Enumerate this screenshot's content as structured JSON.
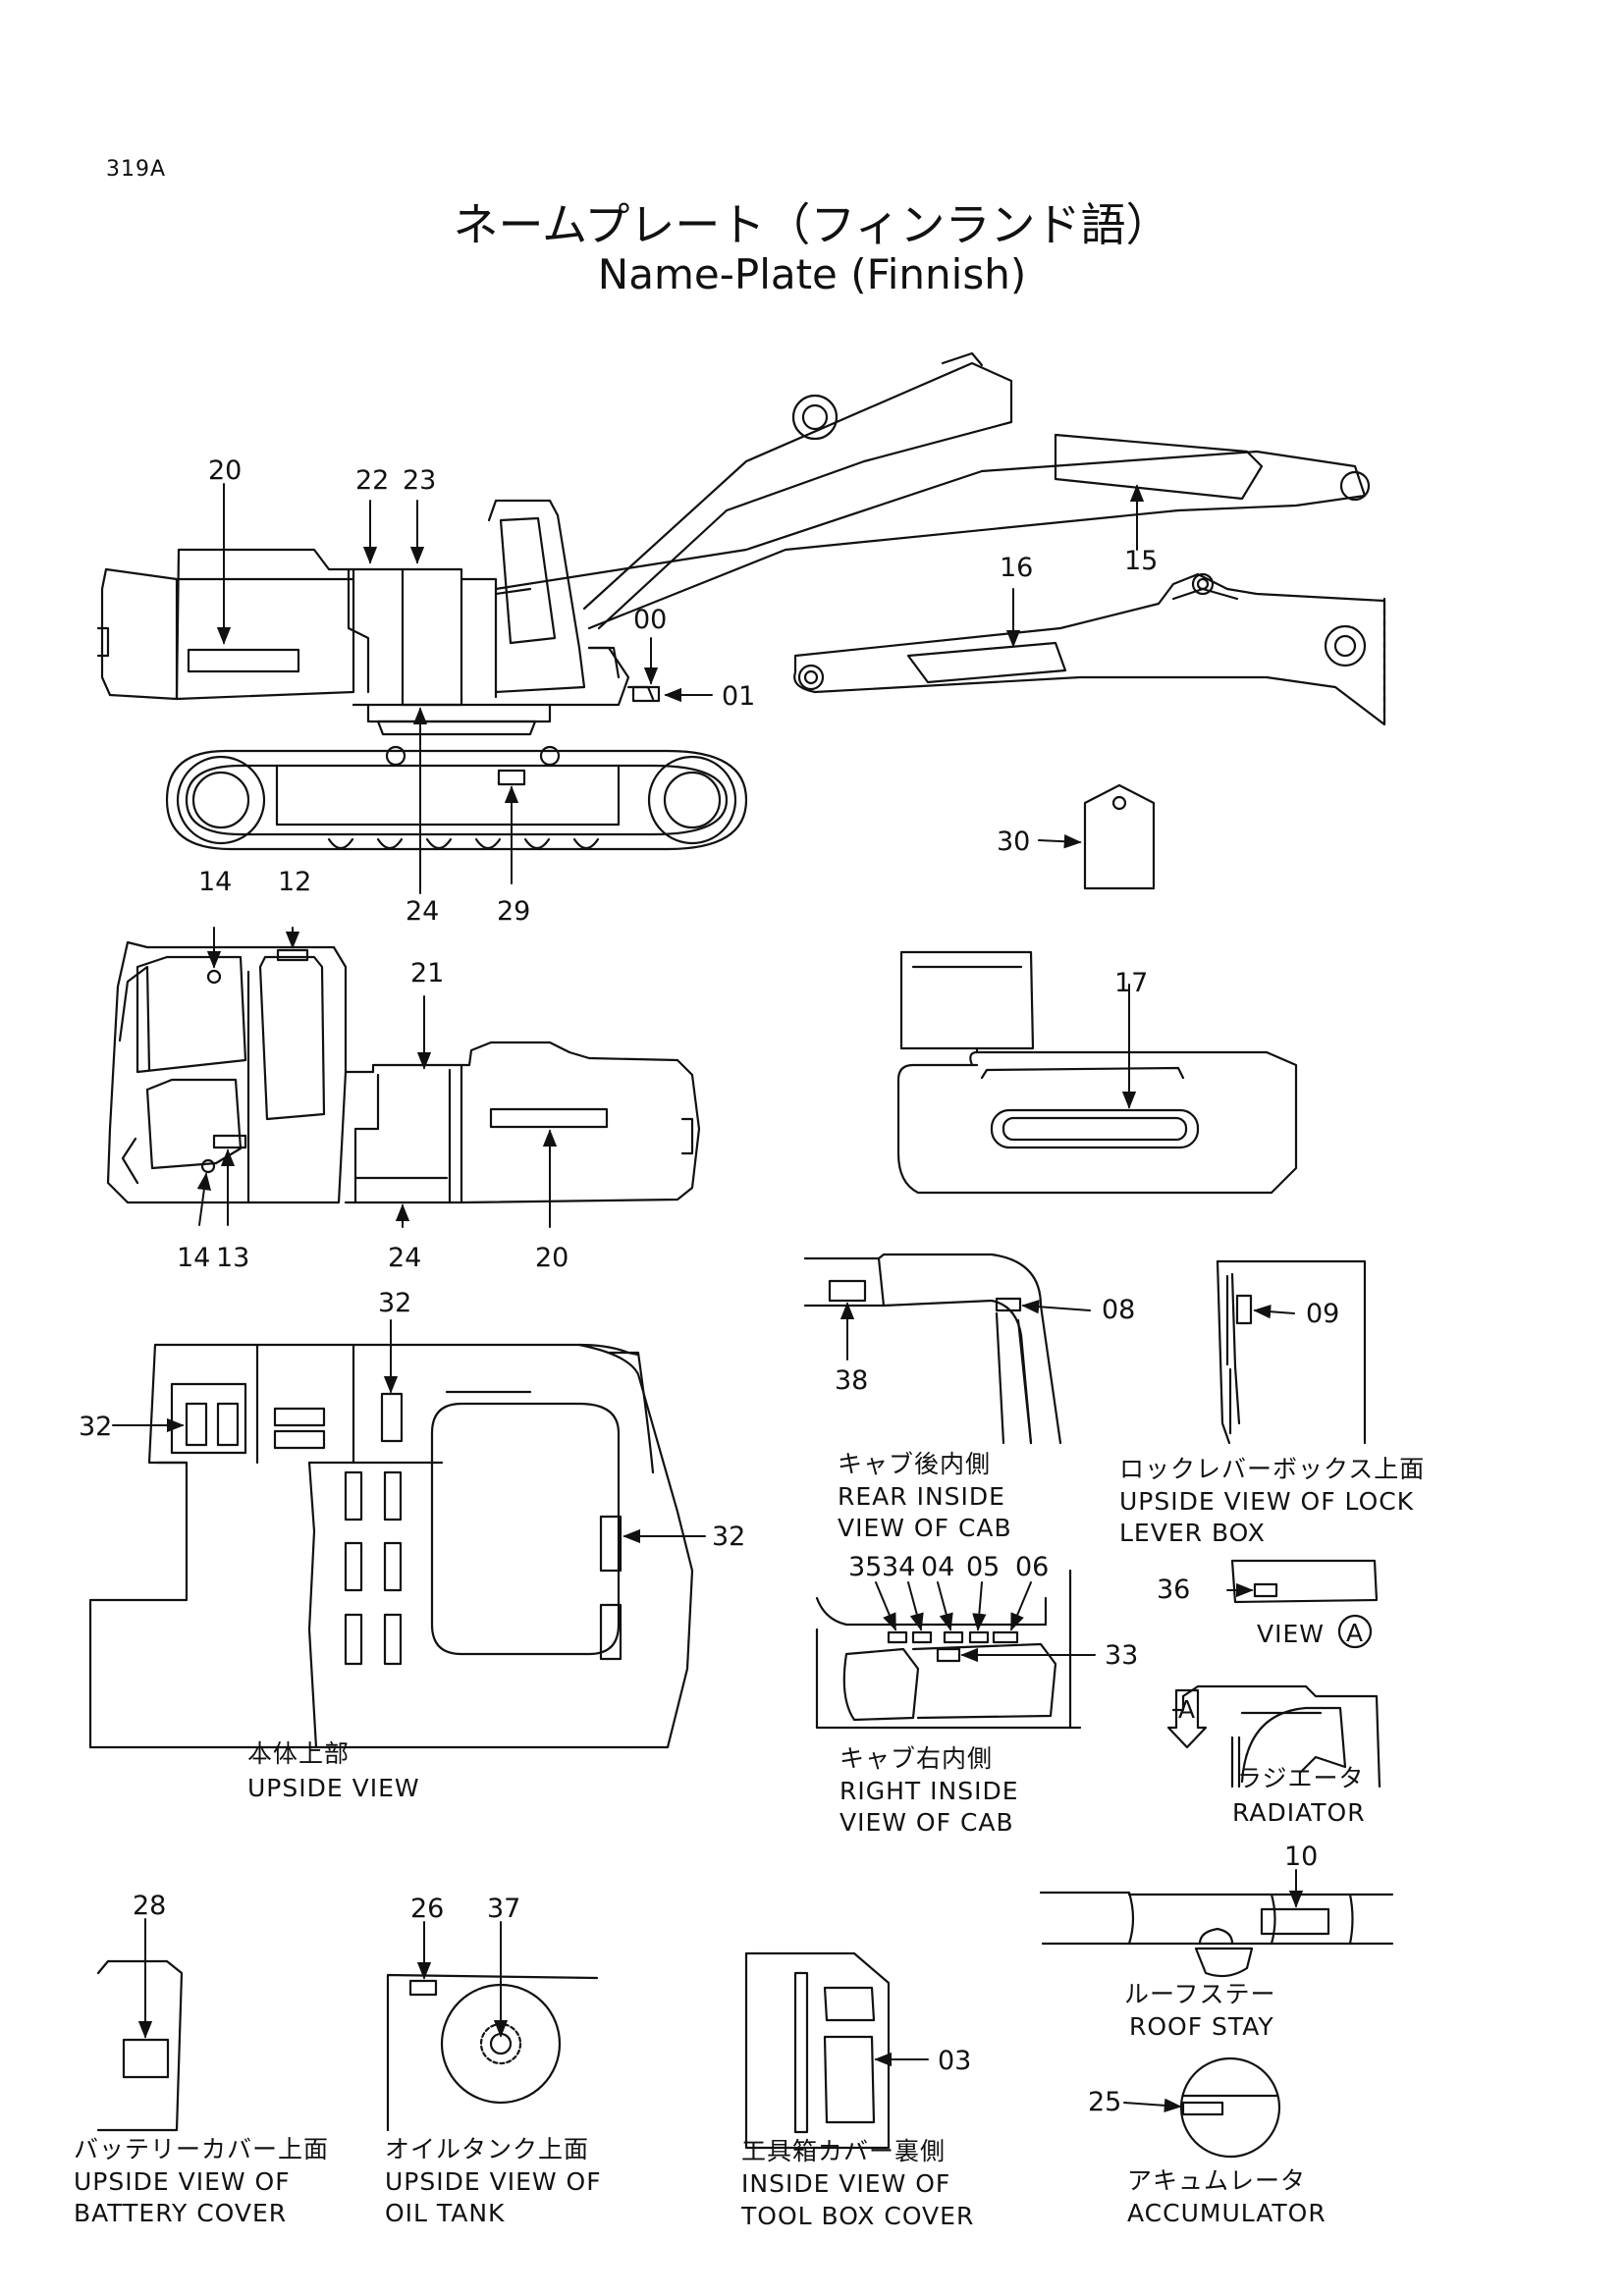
{
  "page_code": "319A",
  "title_jp": "ネームプレート（フィンランド語）",
  "title_en": "Name-Plate (Finnish)",
  "callouts": {
    "c00": "00",
    "c01": "01",
    "c03": "03",
    "c04": "04",
    "c05": "05",
    "c06": "06",
    "c08": "08",
    "c09": "09",
    "c10": "10",
    "c12": "12",
    "c13": "13",
    "c14a": "14",
    "c14b": "14",
    "c15": "15",
    "c16": "16",
    "c17": "17",
    "c20a": "20",
    "c20b": "20",
    "c21": "21",
    "c22": "22",
    "c23": "23",
    "c24a": "24",
    "c24b": "24",
    "c25": "25",
    "c26": "26",
    "c28": "28",
    "c29": "29",
    "c30": "30",
    "c32a": "32",
    "c32b": "32",
    "c32c": "32",
    "c33": "33",
    "c34": "34",
    "c35": "35",
    "c36": "36",
    "c37": "37",
    "c38": "38"
  },
  "captions": {
    "upside_view_jp": "本体上部",
    "upside_view_en": "UPSIDE VIEW",
    "rear_cab_jp": "キャブ後内側",
    "rear_cab_en1": "REAR INSIDE",
    "rear_cab_en2": "VIEW OF CAB",
    "lock_lever_jp": "ロックレバーボックス上面",
    "lock_lever_en1": "UPSIDE VIEW OF LOCK",
    "lock_lever_en2": "LEVER BOX",
    "view_a_label": "VIEW",
    "view_a_letter": "A",
    "arrow_a_letter": "A",
    "right_cab_jp": "キャブ右内側",
    "right_cab_en1": "RIGHT INSIDE",
    "right_cab_en2": "VIEW OF CAB",
    "radiator_jp": "ラジエータ",
    "radiator_en": "RADIATOR",
    "roof_stay_jp": "ルーフステー",
    "roof_stay_en": "ROOF STAY",
    "battery_jp": "バッテリーカバー上面",
    "battery_en1": "UPSIDE VIEW OF",
    "battery_en2": "BATTERY COVER",
    "oil_tank_jp": "オイルタンク上面",
    "oil_tank_en1": "UPSIDE VIEW OF",
    "oil_tank_en2": "OIL TANK",
    "tool_box_jp": "工具箱カバー裏側",
    "tool_box_en1": "INSIDE VIEW OF",
    "tool_box_en2": "TOOL BOX COVER",
    "accumulator_jp": "アキュムレータ",
    "accumulator_en": "ACCUMULATOR"
  }
}
